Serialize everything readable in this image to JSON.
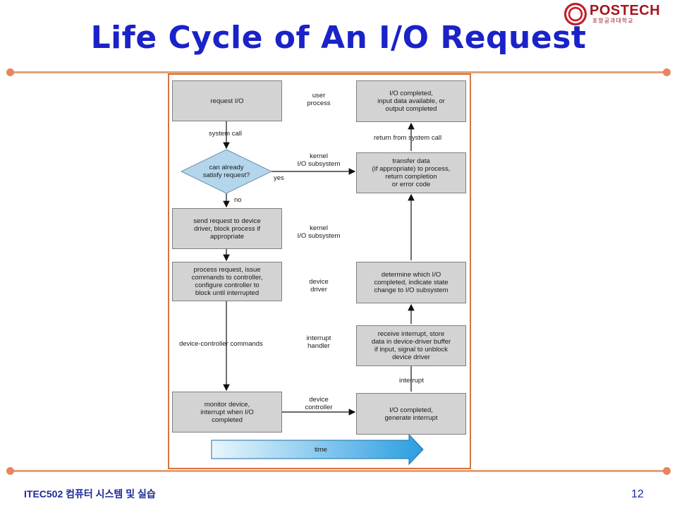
{
  "slide": {
    "title": "Life Cycle of An I/O Request",
    "footer": "ITEC502 컴퓨터 시스템 및 실습",
    "page_number": "12",
    "logo": {
      "name": "POSTECH",
      "subtitle": "포항공과대학교"
    }
  },
  "diagram": {
    "left_boxes": {
      "request": "request I/O",
      "send": "send request to device\ndriver, block process if\nappropriate",
      "process": "process request, issue\ncommands to controller,\nconfigure controller to\nblock until interrupted",
      "monitor": "monitor device,\ninterrupt when I/O\ncompleted"
    },
    "decision": "can already\nsatisfy request?",
    "right_boxes": {
      "completed": "I/O completed,\ninput data available, or\noutput completed",
      "transfer": "transfer data\n(if appropriate) to process,\nreturn completion\nor error code",
      "determine": "determine which I/O\ncompleted, indicate state\nchange to I/O subsystem",
      "receive": "receive interrupt, store\ndata in device-driver buffer\nif input, signal to unblock\ndevice driver",
      "generate": "I/O completed,\ngenerate interrupt"
    },
    "layers": {
      "user_process": "user\nprocess",
      "kernel_io_1": "kernel\nI/O subsystem",
      "kernel_io_2": "kernel\nI/O subsystem",
      "device_driver": "device\ndriver",
      "interrupt_handler": "interrupt\nhandler",
      "device_controller": "device\ncontroller"
    },
    "edges": {
      "system_call": "system call",
      "yes": "yes",
      "no": "no",
      "device_controller_commands": "device-controller commands",
      "return_from_system_call": "return from system call",
      "interrupt": "interrupt"
    },
    "time": "time",
    "colors": {
      "box_fill": "#d3d3d3",
      "arrow_blue": "#2a9ee0",
      "frame_border": "#d8743a"
    }
  }
}
